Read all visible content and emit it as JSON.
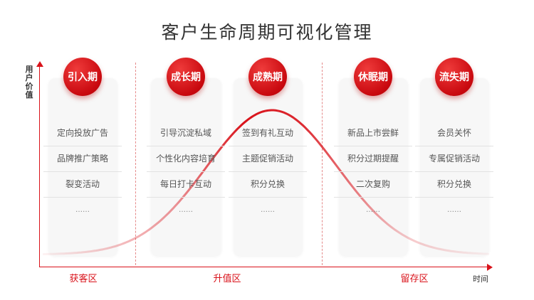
{
  "title": "客户生命周期可视化管理",
  "axis": {
    "y_label": "用户价值",
    "x_label": "时间"
  },
  "zones": [
    {
      "label": "获客区"
    },
    {
      "label": "升值区"
    },
    {
      "label": "留存区"
    }
  ],
  "stages": [
    {
      "name": "引入期",
      "items": [
        "定向投放广告",
        "品牌推广策略",
        "裂变活动",
        "……"
      ]
    },
    {
      "name": "成长期",
      "items": [
        "引导沉淀私域",
        "个性化内容培育",
        "每日打卡互动",
        "……"
      ]
    },
    {
      "name": "成熟期",
      "items": [
        "签到有礼互动",
        "主题促销活动",
        "积分兑换",
        "……"
      ]
    },
    {
      "name": "休眠期",
      "items": [
        "新品上市尝鲜",
        "积分过期提醒",
        "二次复购",
        "……"
      ]
    },
    {
      "name": "流失期",
      "items": [
        "会员关怀",
        "专属促销活动",
        "积分兑换",
        "……"
      ]
    }
  ],
  "colors": {
    "accent": "#d9121a",
    "card_bg": "#f7f7f7"
  }
}
